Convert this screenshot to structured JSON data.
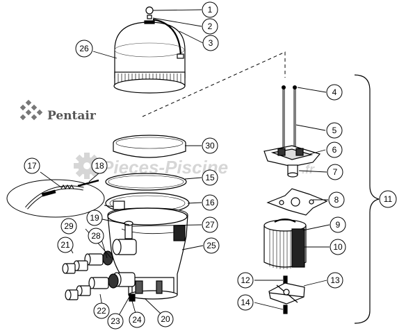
{
  "brand": {
    "name": "Pentair"
  },
  "watermark": {
    "main": "Pieces-Piscine",
    "suffix": ".fr"
  },
  "callouts": [
    "1",
    "2",
    "3",
    "4",
    "5",
    "6",
    "7",
    "8",
    "9",
    "10",
    "11",
    "12",
    "13",
    "14",
    "15",
    "16",
    "17",
    "18",
    "19",
    "20",
    "21",
    "22",
    "23",
    "24",
    "25",
    "26",
    "27",
    "28",
    "29",
    "30"
  ]
}
